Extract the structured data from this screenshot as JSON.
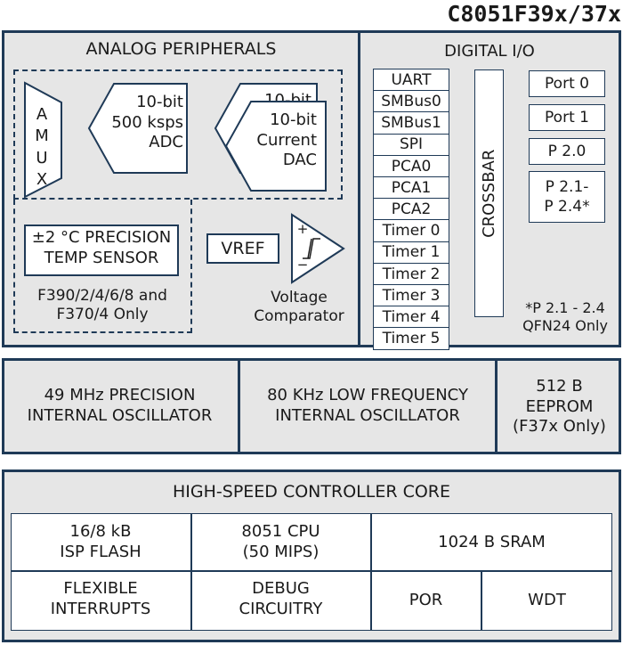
{
  "chip_title": "C8051F39x/37x",
  "analog": {
    "title": "ANALOG PERIPHERALS",
    "amux": "A\nM\nU\nX",
    "adc": "10-bit\n500 ksps\nADC",
    "dac_back": "10-bit",
    "dac": "10-bit\nCurrent\nDAC",
    "temp_sensor": "±2 °C PRECISION\nTEMP SENSOR",
    "temp_note": "F390/2/4/6/8 and\nF370/4 Only",
    "vref": "VREF",
    "comparator_plus": "+",
    "comparator_minus": "−",
    "comparator_label": "Voltage\nComparator"
  },
  "digital": {
    "title": "DIGITAL I/O",
    "peripherals": [
      "UART",
      "SMBus0",
      "SMBus1",
      "SPI",
      "PCA0",
      "PCA1",
      "PCA2",
      "Timer 0",
      "Timer 1",
      "Timer 2",
      "Timer 3",
      "Timer 4",
      "Timer 5"
    ],
    "crossbar": "CROSSBAR",
    "ports": [
      "Port 0",
      "Port 1",
      "P 2.0",
      "P 2.1-\nP 2.4*"
    ],
    "footnote": "*P 2.1 - 2.4\nQFN24 Only"
  },
  "oscillators": {
    "hf": "49 MHz PRECISION\nINTERNAL OSCILLATOR",
    "lf": "80 KHz LOW FREQUENCY\nINTERNAL OSCILLATOR",
    "eeprom": "512 B\nEEPROM\n(F37x Only)"
  },
  "core": {
    "title": "HIGH-SPEED CONTROLLER CORE",
    "flash": "16/8 kB\nISP FLASH",
    "cpu": "8051 CPU\n(50 MIPS)",
    "sram": "1024 B SRAM",
    "interrupts": "FLEXIBLE\nINTERRUPTS",
    "debug": "DEBUG\nCIRCUITRY",
    "por": "POR",
    "wdt": "WDT"
  }
}
